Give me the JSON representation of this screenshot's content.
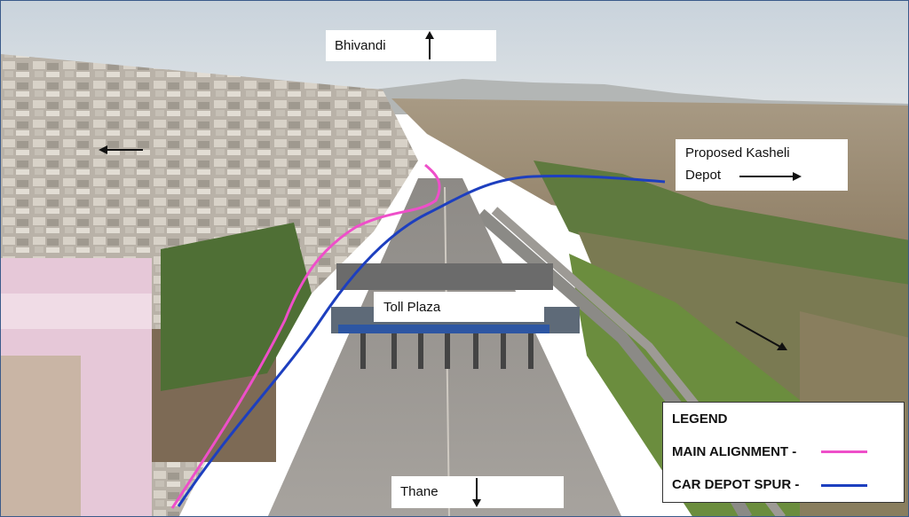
{
  "labels": {
    "north": "Bhivandi",
    "depot_line1": "Proposed Kasheli",
    "depot_line2": "Depot",
    "toll": "Toll Plaza",
    "south": "Thane"
  },
  "legend": {
    "title": "LEGEND",
    "main_alignment": "MAIN ALIGNMENT -",
    "car_depot_spur": "CAR DEPOT SPUR  -"
  },
  "colors": {
    "main_alignment": "#ee4fc9",
    "car_depot_spur": "#1d3fbf"
  },
  "icons": [
    "arrow-up-icon",
    "arrow-down-icon",
    "arrow-right-icon",
    "arrow-left-icon",
    "arrow-down-right-icon"
  ]
}
